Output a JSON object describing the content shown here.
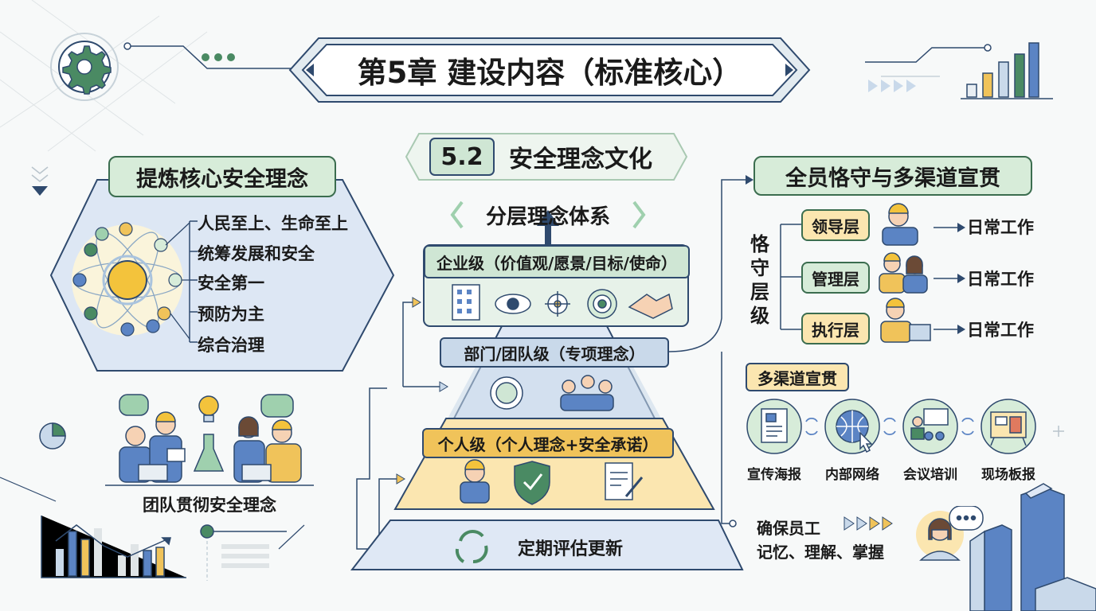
{
  "title": "第5章 建设内容（标准核心）",
  "section": {
    "number": "5.2",
    "title": "安全理念文化"
  },
  "left": {
    "header": "提炼核心安全理念",
    "concepts": [
      "人民至上、生命至上",
      "统筹发展和安全",
      "安全第一",
      "预防为主",
      "综合治理"
    ],
    "team_caption": "团队贯彻安全理念"
  },
  "pyramid": {
    "header": "分层理念体系",
    "levels": [
      {
        "label": "企业级（价值观/愿景/目标/使命）"
      },
      {
        "label": "部门/团队级（专项理念）"
      },
      {
        "label": "个人级（个人理念+安全承诺）"
      }
    ],
    "base": "定期评估更新"
  },
  "right": {
    "header": "全员恪守与多渠道宣贯",
    "tier_label": "恪守层级",
    "roles": [
      {
        "name": "领导层",
        "action": "日常工作",
        "color": "#fbe6b0"
      },
      {
        "name": "管理层",
        "action": "日常工作",
        "color": "#d7ecd9"
      },
      {
        "name": "执行层",
        "action": "日常工作",
        "color": "#fbe6b0"
      }
    ],
    "channels_header": "多渠道宣贯",
    "channels": [
      "宣传海报",
      "内部网络",
      "会议培训",
      "现场板报"
    ],
    "ensure": [
      "确保员工",
      "记忆、理解、掌握"
    ]
  },
  "colors": {
    "green": "#3b6d4f",
    "light_green": "#d7ecd9",
    "yellow": "#fbe6b0",
    "blue_light": "#dfe8f5",
    "navy": "#2f4a6e"
  }
}
